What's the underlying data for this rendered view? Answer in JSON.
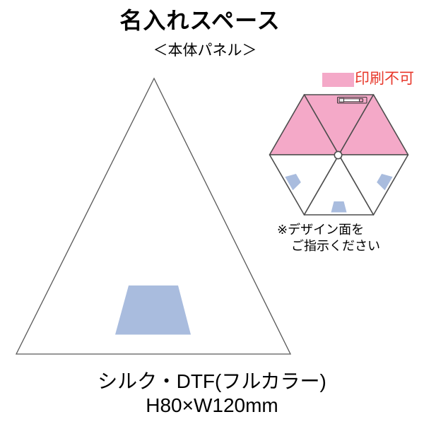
{
  "page": {
    "title": "名入れスペース",
    "subtitle": "＜本体パネル＞"
  },
  "no_print_legend": {
    "label": "印刷不可"
  },
  "umbrella_note": {
    "line1": "※デザイン面を",
    "line2": "ご指示ください"
  },
  "print_spec": {
    "method": "シルク・DTF(フルカラー)",
    "size": "H80×W120mm"
  },
  "colors": {
    "no_print_pink": "#f4a9c8",
    "print_area_blue": "#a9bcde",
    "panel_white": "#ffffff",
    "triangle_outline_gray": "#595959",
    "umbrella_outline_gray": "#4d4d4d",
    "label_red": "#e8382b"
  }
}
